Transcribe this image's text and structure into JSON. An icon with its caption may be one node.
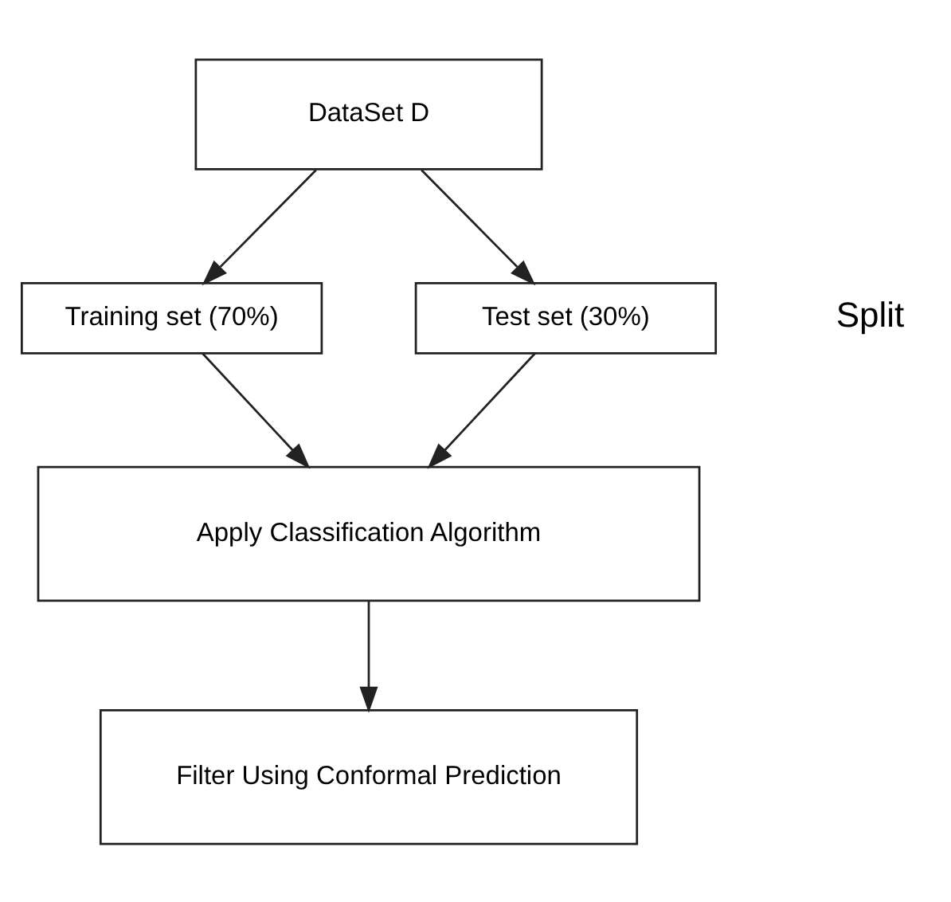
{
  "diagram": {
    "nodes": [
      {
        "text": [
          "DataSet D"
        ]
      },
      {
        "text": [
          "Training set (70%)"
        ]
      },
      {
        "text": [
          "Test set (30%)"
        ]
      },
      {
        "text": [
          "Apply Classification Algorithm"
        ]
      },
      {
        "text": [
          "Filter Using Conformal Prediction"
        ]
      }
    ],
    "edges": [
      {
        "from": 0,
        "to": 1,
        "arrow": "to"
      },
      {
        "from": 0,
        "to": 2,
        "arrow": "to"
      },
      {
        "from": 1,
        "to": 3,
        "arrow": "to"
      },
      {
        "from": 2,
        "to": 3,
        "arrow": "to"
      },
      {
        "from": 3,
        "to": 4,
        "arrow": "to"
      }
    ],
    "labels": [
      "Split"
    ]
  }
}
